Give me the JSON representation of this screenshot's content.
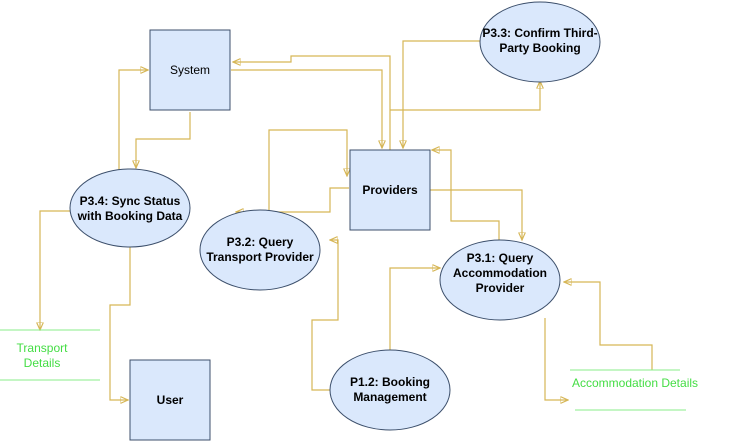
{
  "diagram": {
    "entities": {
      "system": "System",
      "providers": "Providers",
      "user": "User"
    },
    "processes": {
      "p33": {
        "line1": "P3.3: Confirm Third-",
        "line2": "Party Booking"
      },
      "p34": {
        "line1": "P3.4: Sync Status",
        "line2": "with Booking Data"
      },
      "p32": {
        "line1": "P3.2: Query",
        "line2": "Transport Provider"
      },
      "p31": {
        "line1": "P3.1: Query",
        "line2": "Accommodation",
        "line3": "Provider"
      },
      "p12": {
        "line1": "P1.2: Booking",
        "line2": "Management"
      }
    },
    "stores": {
      "transport": {
        "line1": "Transport",
        "line2": "Details"
      },
      "accommodation": "Accommodation Details"
    },
    "colors": {
      "node_fill": "#dae8fc",
      "node_stroke": "#3c4f6b",
      "flow": "#d6b656",
      "store_text": "#44dd44",
      "store_line": "#88ee88"
    }
  }
}
